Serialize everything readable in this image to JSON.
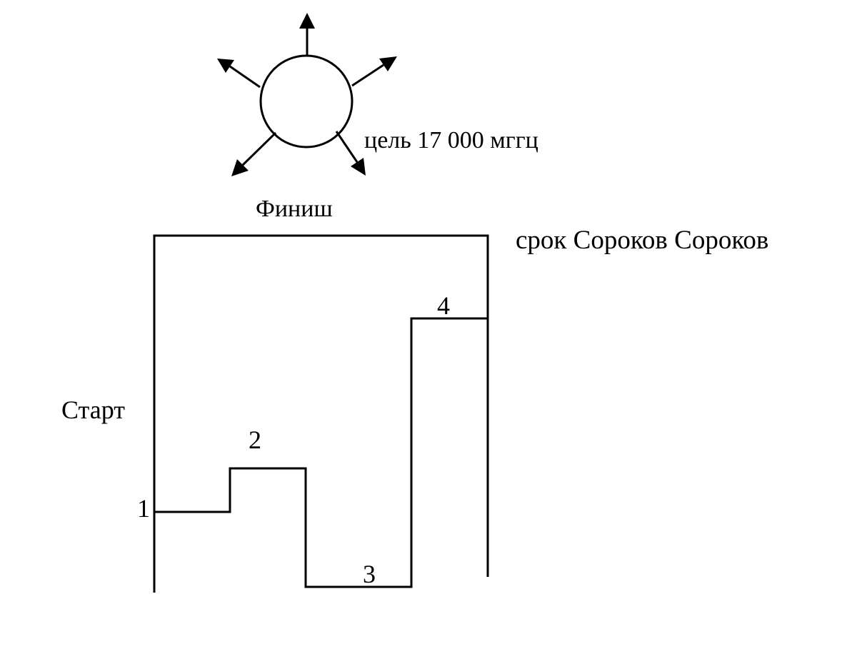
{
  "labels": {
    "goal": "цель 17 000 мггц",
    "finish": "Финиш",
    "deadline": "срок Сороков Сороков",
    "start": "Старт"
  },
  "steps": [
    "1",
    "2",
    "3",
    "4"
  ],
  "colors": {
    "line": "#000000",
    "background": "#ffffff"
  }
}
